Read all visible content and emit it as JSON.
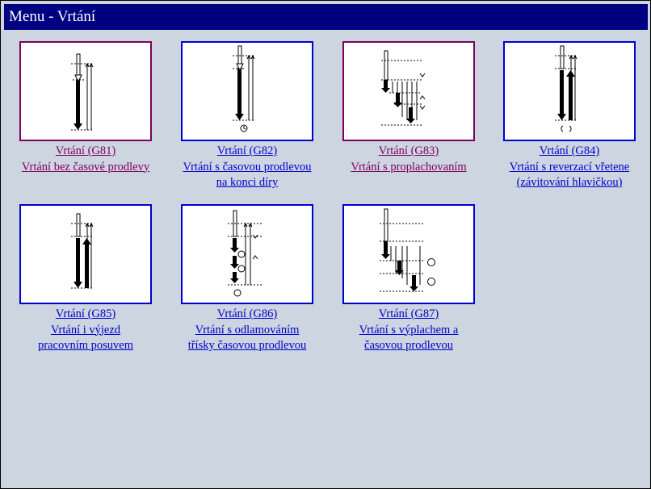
{
  "window": {
    "title": "Menu - Vrtání"
  },
  "items": [
    {
      "title": "Vrtání (G81)",
      "desc1": "Vrtání bez časové prodlevy",
      "desc2": "",
      "visited": true,
      "icon": "drill-g81-icon"
    },
    {
      "title": "Vrtání (G82)",
      "desc1": "Vrtání s časovou prodlevou",
      "desc2": "na konci díry",
      "visited": false,
      "icon": "drill-g82-icon"
    },
    {
      "title": "Vrtání (G83)",
      "desc1": "Vrtání s proplachovaním",
      "desc2": "",
      "visited": true,
      "icon": "drill-g83-icon"
    },
    {
      "title": "Vrtání (G84)",
      "desc1": "Vrtání s reverzací vřetene",
      "desc2": "(závitování hlavičkou)",
      "visited": false,
      "icon": "drill-g84-icon"
    },
    {
      "title": "Vrtání (G85)",
      "desc1": "Vrtání i výjezd",
      "desc2": "pracovním posuvem",
      "visited": false,
      "icon": "drill-g85-icon"
    },
    {
      "title": "Vrtání (G86)",
      "desc1": "Vrtání s odlamováním",
      "desc2": "třísky časovou prodlevou",
      "visited": false,
      "icon": "drill-g86-icon"
    },
    {
      "title": "Vrtání (G87)",
      "desc1": "Vrtání s výplachem a",
      "desc2": "časovou prodlevou",
      "visited": false,
      "icon": "drill-g87-icon"
    }
  ],
  "colors": {
    "link": "#0000cc",
    "visited": "#800060",
    "title_bg": "#000080",
    "background": "#ccd5e0"
  }
}
